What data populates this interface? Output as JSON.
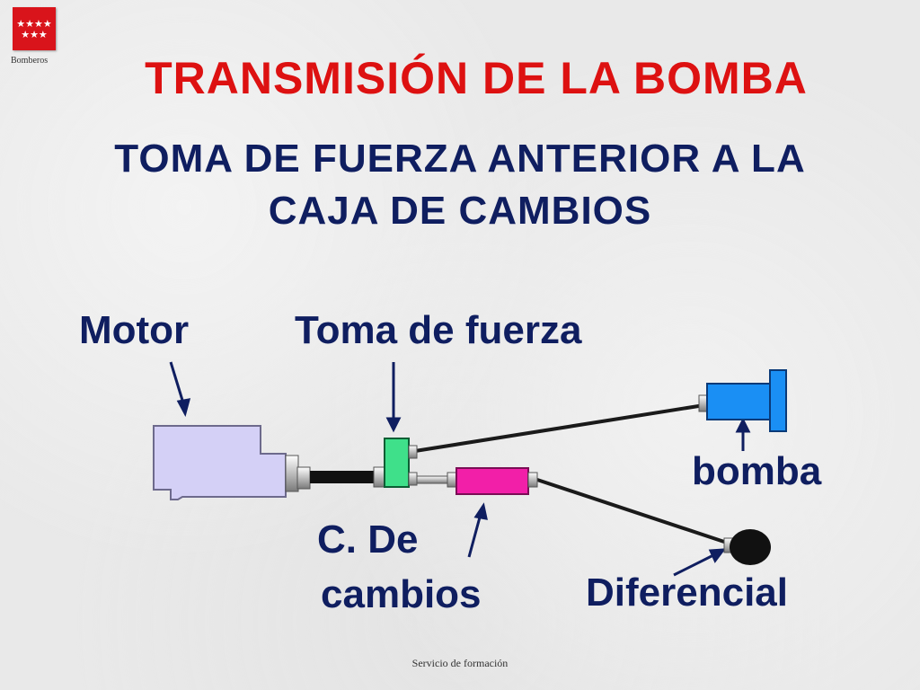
{
  "logo": {
    "label": "Bomberos"
  },
  "title": "TRANSMISIÓN DE LA BOMBA",
  "subtitle": {
    "line1": "TOMA DE FUERZA ANTERIOR A LA",
    "line2": "CAJA DE CAMBIOS"
  },
  "labels": {
    "motor": "Motor",
    "toma_de_fuerza": "Toma de fuerza",
    "bomba": "bomba",
    "caja_cambios_line1": "C. De",
    "caja_cambios_line2": "cambios",
    "diferencial": "Diferencial"
  },
  "footer": "Servicio de formación",
  "colors": {
    "title": "#dd1111",
    "text": "#0f1e60",
    "motor": "#d4d0f6",
    "toma_de_fuerza": "#3fe08a",
    "bomba": "#1a8ff4",
    "caja_cambios": "#f21fa8",
    "diferencial": "#111111",
    "logo": "#d9141b"
  }
}
